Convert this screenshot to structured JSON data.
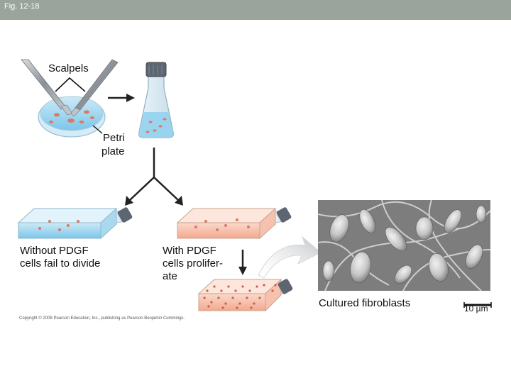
{
  "header": {
    "figure_label": "Fig. 12-18"
  },
  "labels": {
    "scalpels": "Scalpels",
    "petri_plate_line1": "Petri",
    "petri_plate_line2": "plate",
    "without_line1": "Without PDGF",
    "without_line2": "cells fail to divide",
    "with_line1": "With PDGF",
    "with_line2": "cells prolifer-",
    "with_line3": "ate",
    "micrograph_caption": "Cultured fibroblasts",
    "scale_bar": "10 µm"
  },
  "footer": {
    "copyright": "Copyright © 2008 Pearson Education, Inc., publishing as Pearson Benjamin Cummings."
  },
  "colors": {
    "header_bar": "#9aa39c",
    "medium_blue": "#8fd0ee",
    "medium_pink": "#f4b8a0",
    "cell_spots": "#d97a66",
    "arrow": "#222222",
    "flask_cap": "#5d6670"
  }
}
